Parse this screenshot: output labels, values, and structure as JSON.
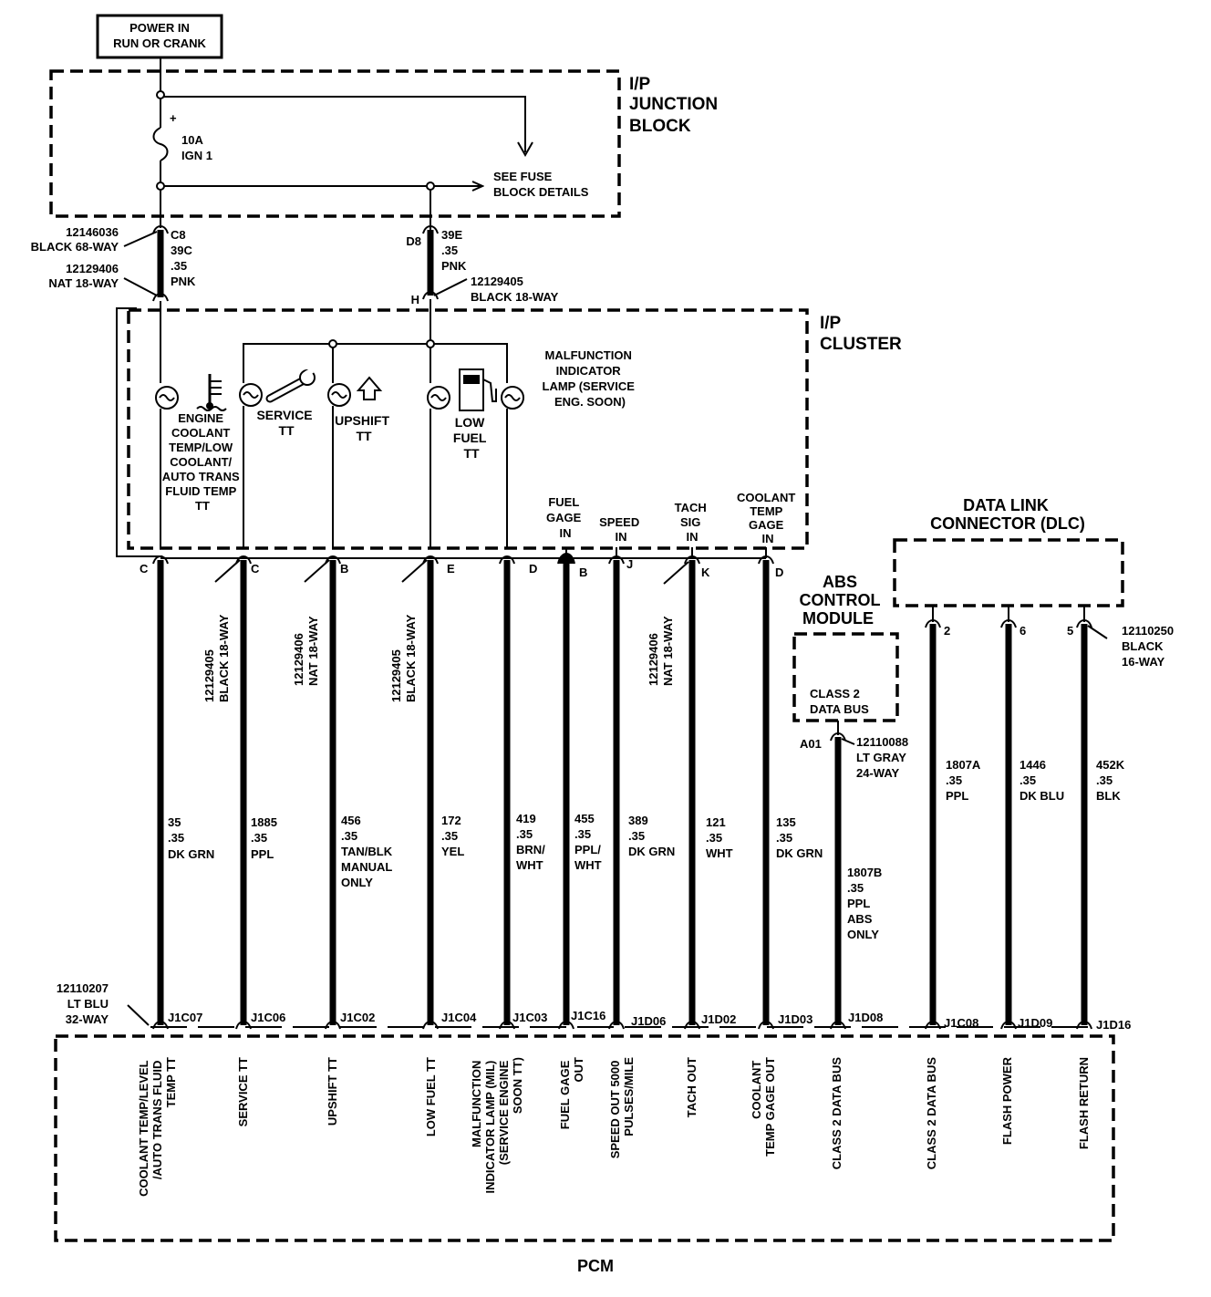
{
  "power_box": {
    "line1": "POWER IN",
    "line2": "RUN OR CRANK"
  },
  "junction_block": {
    "title1": "I/P",
    "title2": "JUNCTION",
    "title3": "BLOCK",
    "plus": "+",
    "fuse_amps": "10A",
    "fuse_name": "IGN 1",
    "see1": "SEE FUSE",
    "see2": "BLOCK DETAILS"
  },
  "upper_connectors": {
    "c8_part": "12146036",
    "c8_type": "BLACK 68-WAY",
    "c8_pin": "C8",
    "c8_circuit": "39C",
    "c8_gauge": ".35",
    "c8_color": "PNK",
    "nat_part": "12129406",
    "nat_type": "NAT 18-WAY",
    "d8_pin": "D8",
    "d8_circuit": "39E",
    "d8_gauge": ".35",
    "d8_color": "PNK",
    "h_part": "12129405",
    "h_type": "BLACK 18-WAY",
    "h_pin": "H"
  },
  "cluster": {
    "title1": "I/P",
    "title2": "CLUSTER",
    "engine_label": [
      "ENGINE",
      "COOLANT",
      "TEMP/LOW",
      "COOLANT/",
      "AUTO TRANS",
      "FLUID TEMP",
      "TT"
    ],
    "service_label": [
      "SERVICE",
      "TT"
    ],
    "upshift_label": [
      "UPSHIFT",
      "TT"
    ],
    "lowfuel_label": [
      "LOW",
      "FUEL",
      "TT"
    ],
    "mil_label": [
      "MALFUNCTION",
      "INDICATOR",
      "LAMP (SERVICE",
      "ENG. SOON)"
    ],
    "fuelgage_label": [
      "FUEL",
      "GAGE",
      "IN"
    ],
    "speed_label": [
      "SPEED",
      "IN"
    ],
    "tach_label": [
      "TACH",
      "SIG",
      "IN"
    ],
    "coolant_label": [
      "COOLANT",
      "TEMP",
      "GAGE",
      "IN"
    ]
  },
  "cluster_pins": [
    "C",
    "C",
    "B",
    "E",
    "D",
    "B",
    "J",
    "K",
    "D"
  ],
  "side_connectors": {
    "s1_part": "12129405",
    "s1_type": "BLACK 18-WAY",
    "s2_part": "12129406",
    "s2_type": "NAT 18-WAY",
    "s3_part": "12129405",
    "s3_type": "BLACK 18-WAY",
    "s4_part": "12129406",
    "s4_type": "NAT 18-WAY"
  },
  "wires": [
    {
      "circuit": "35",
      "gauge": ".35",
      "color": "DK GRN",
      "extra": ""
    },
    {
      "circuit": "1885",
      "gauge": ".35",
      "color": "PPL",
      "extra": ""
    },
    {
      "circuit": "456",
      "gauge": ".35",
      "color": "TAN/BLK",
      "extra": "MANUAL",
      "extra2": "ONLY"
    },
    {
      "circuit": "172",
      "gauge": ".35",
      "color": "YEL",
      "extra": ""
    },
    {
      "circuit": "419",
      "gauge": ".35",
      "color": "BRN/",
      "extra": "WHT"
    },
    {
      "circuit": "455",
      "gauge": ".35",
      "color": "PPL/",
      "extra": "WHT"
    },
    {
      "circuit": "389",
      "gauge": ".35",
      "color": "DK GRN",
      "extra": ""
    },
    {
      "circuit": "121",
      "gauge": ".35",
      "color": "WHT",
      "extra": ""
    },
    {
      "circuit": "135",
      "gauge": ".35",
      "color": "DK GRN",
      "extra": ""
    }
  ],
  "dlc": {
    "title1": "DATA LINK",
    "title2": "CONNECTOR (DLC)",
    "pin2": "2",
    "pin6": "6",
    "pin5": "5",
    "part": "12110250",
    "type1": "BLACK",
    "type2": "16-WAY"
  },
  "dlc_wires": [
    {
      "circuit": "1807A",
      "gauge": ".35",
      "color": "PPL"
    },
    {
      "circuit": "1446",
      "gauge": ".35",
      "color": "DK BLU"
    },
    {
      "circuit": "452K",
      "gauge": ".35",
      "color": "BLK"
    }
  ],
  "abs": {
    "title1": "ABS",
    "title2": "CONTROL",
    "title3": "MODULE",
    "bus1": "CLASS 2",
    "bus2": "DATA BUS",
    "pin": "A01",
    "part": "12110088",
    "type1": "LT GRAY",
    "type2": "24-WAY",
    "circuit": "1807B",
    "gauge": ".35",
    "color": "PPL",
    "note1": "ABS",
    "note2": "ONLY"
  },
  "pcm_connector": {
    "part": "12110207",
    "type1": "LT BLU",
    "type2": "32-WAY"
  },
  "pcm_pins": [
    "J1C07",
    "J1C06",
    "J1C02",
    "J1C04",
    "J1C03",
    "J1C16",
    "J1D06",
    "J1D02",
    "J1D03",
    "J1D08",
    "J1C08",
    "J1D09",
    "J1D16"
  ],
  "pcm_functions": [
    [
      "COOLANT TEMP/LEVEL",
      "/AUTO TRANS FLUID",
      "TEMP TT"
    ],
    [
      "SERVICE TT"
    ],
    [
      "UPSHIFT TT"
    ],
    [
      "LOW FUEL TT"
    ],
    [
      "MALFUNCTION",
      "INDICATOR LAMP (MIL)",
      "(SERVICE ENGINE",
      "SOON TT)"
    ],
    [
      "FUEL GAGE",
      "OUT"
    ],
    [
      "SPEED OUT 5000",
      "PULSES/MILE"
    ],
    [
      "TACH OUT"
    ],
    [
      "COOLANT",
      "TEMP GAGE OUT"
    ],
    [
      "CLASS 2 DATA BUS"
    ],
    [
      "CLASS 2 DATA BUS"
    ],
    [
      "FLASH POWER"
    ],
    [
      "FLASH RETURN"
    ]
  ],
  "pcm": {
    "label": "PCM"
  }
}
